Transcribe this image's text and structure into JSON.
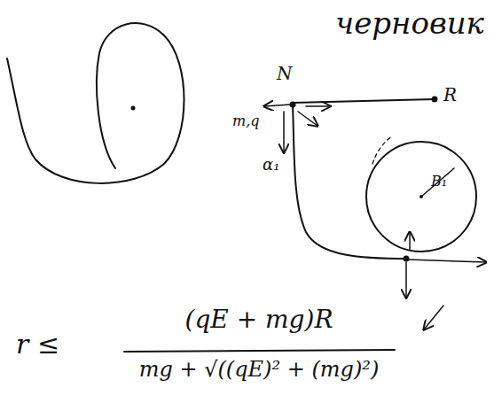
{
  "diagram": {
    "labels": [
      "черновик",
      "N",
      "R",
      "m,q",
      "α₁",
      "B₁",
      "r ≤",
      "(qE + mg)R",
      "mg + √((qE)² + (mg)²)"
    ]
  }
}
